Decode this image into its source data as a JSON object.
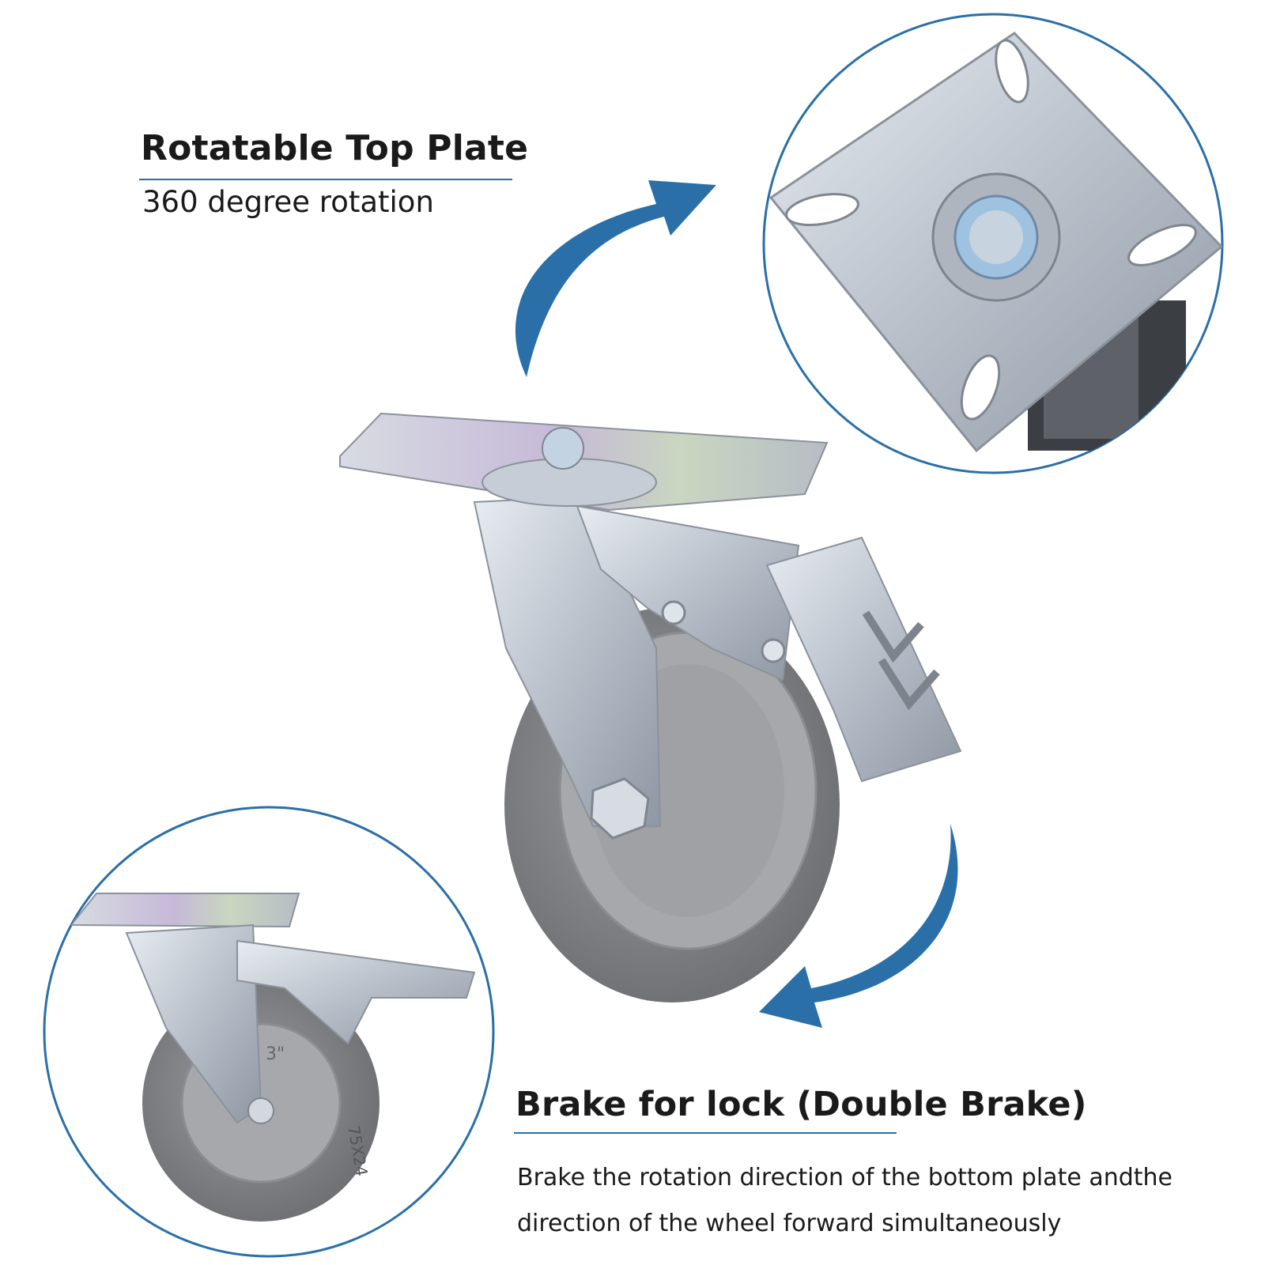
{
  "top_feature": {
    "title": "Rotatable Top Plate",
    "subtitle": "360 degree rotation"
  },
  "bottom_feature": {
    "title": "Brake for lock (Double Brake)",
    "description_line1": "Brake the rotation direction of the bottom plate andthe",
    "description_line2": "direction of the wheel forward simultaneously"
  },
  "wheel_marking": "75X24",
  "leg_marking": "3\"",
  "colors": {
    "accent_blue": "#2a6fa8",
    "rule_blue": "#2a6fa8",
    "text": "#1a1a1a",
    "tire_gray": "#7d7f82",
    "hub_gray": "#a6a8ab",
    "steel": "#c9ced6"
  },
  "icons": [
    "rotation-arrow-icon",
    "rotation-arrow-icon"
  ]
}
